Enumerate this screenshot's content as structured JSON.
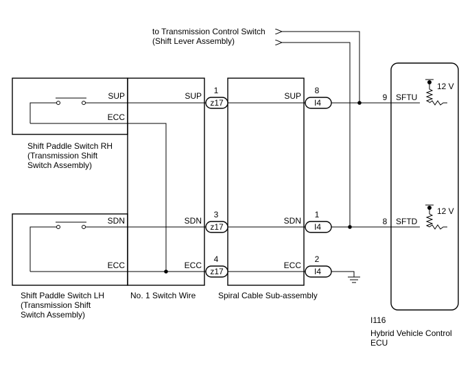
{
  "arrow_note": {
    "line1": "to Transmission Control Switch",
    "line2": "(Shift Lever Assembly)"
  },
  "switch_rh": {
    "pin_sup": "SUP",
    "pin_ecc": "ECC",
    "name": [
      "Shift Paddle Switch RH",
      "(Transmission Shift",
      "Switch Assembly)"
    ]
  },
  "switch_lh": {
    "pin_sdn": "SDN",
    "pin_ecc": "ECC",
    "name": [
      "Shift Paddle Switch LH",
      "(Transmission Shift",
      "Switch Assembly)"
    ]
  },
  "switch_wire": {
    "pin_sup": "SUP",
    "pin_sdn": "SDN",
    "pin_ecc": "ECC",
    "name": "No. 1 Switch Wire"
  },
  "spiral_cable": {
    "pin_sup": "SUP",
    "pin_sdn": "SDN",
    "pin_ecc": "ECC",
    "name": "Spiral Cable Sub-assembly"
  },
  "connectors": {
    "z17_sup": {
      "label": "z17",
      "pin": "1"
    },
    "z17_sdn": {
      "label": "z17",
      "pin": "3"
    },
    "z17_ecc": {
      "label": "z17",
      "pin": "4"
    },
    "i4_sup": {
      "label": "I4",
      "pin": "8"
    },
    "i4_sdn": {
      "label": "I4",
      "pin": "1"
    },
    "i4_ecc": {
      "label": "I4",
      "pin": "2"
    }
  },
  "ecu": {
    "pin_sftu": "SFTU",
    "pin_sftu_num": "9",
    "pin_sftd": "SFTD",
    "pin_sftd_num": "8",
    "volt_sftu": "12 V",
    "volt_sftd": "12 V",
    "code": "I116",
    "name": [
      "Hybrid Vehicle Control",
      "ECU"
    ]
  }
}
